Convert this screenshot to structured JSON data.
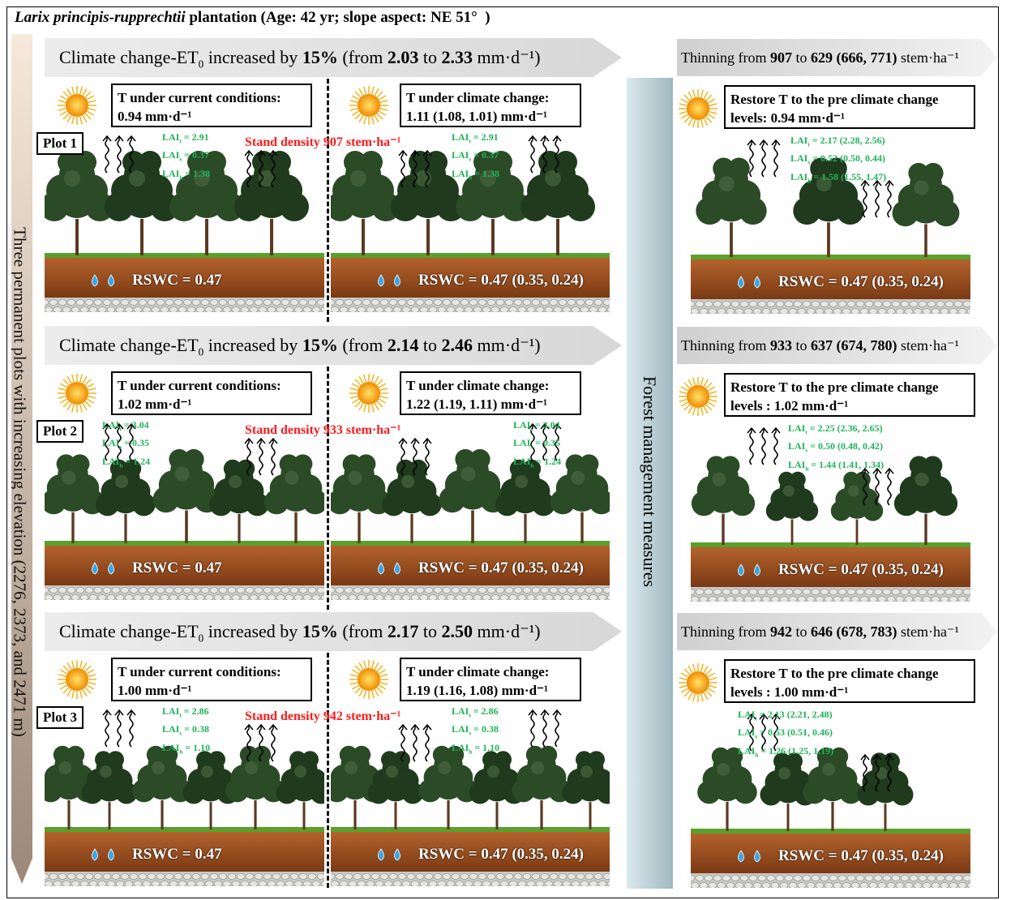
{
  "title": {
    "species": "Larix principis-rupprechtii",
    "rest": " plantation (Age: 42 yr; slope aspect: NE 51°  )"
  },
  "left_axis_label": "Three permanent plots with increasing elevation (2276, 2373, and 2471 m)",
  "middle_axis_label": "Forest management measures",
  "rows": [
    {
      "plot": "Plot 1",
      "banner": {
        "pct": "15%",
        "from": "2.03",
        "to": "2.33"
      },
      "current": {
        "label": "T under current conditions:",
        "value": "0.94 mm·d⁻¹"
      },
      "climate": {
        "label": "T under climate change:",
        "value": "1.11 (1.08, 1.01) mm·d⁻¹"
      },
      "density": "Stand density 907 stem·ha⁻¹",
      "lai": {
        "t": "= 2.91",
        "s": "= 0.37",
        "h": "= 1.38"
      },
      "thinning": {
        "from": "907",
        "to": "629 (666, 771)"
      },
      "restore": {
        "label": "Restore T to the pre climate change",
        "value": "levels: 0.94 mm·d⁻¹"
      },
      "lai_thinned": {
        "t": "= 2.17 (2.28, 2.56)",
        "s": "= 0.52 (0.50, 0.44)",
        "h": "= 1.58  (1.55, 1.47)"
      },
      "rswc_current": "RSWC = 0.47",
      "rswc_climate": "RSWC = 0.47 (0.35, 0.24)",
      "rswc_thinned": "RSWC = 0.47 (0.35, 0.24)"
    },
    {
      "plot": "Plot 2",
      "banner": {
        "pct": "15%",
        "from": "2.14",
        "to": "2.46"
      },
      "current": {
        "label": "T under current conditions:",
        "value": "1.02 mm·d⁻¹"
      },
      "climate": {
        "label": "T under climate change:",
        "value": "1.22 (1.19, 1.11) mm·d⁻¹"
      },
      "density": "Stand density 933 stem·ha⁻¹",
      "lai": {
        "t": "= 3.04",
        "s": "= 0.35",
        "h": "= 1.24"
      },
      "thinning": {
        "from": "933",
        "to": "637 (674, 780)"
      },
      "restore": {
        "label": "Restore T to the pre climate change",
        "value": "levels : 1.02 mm·d⁻¹"
      },
      "lai_thinned": {
        "t": "= 2.25 (2.36, 2.65)",
        "s": "= 0.50 (0.48, 0.42)",
        "h": "= 1.44 (1.41, 1.34)"
      },
      "rswc_current": "RSWC = 0.47",
      "rswc_climate": "RSWC = 0.47 (0.35, 0.24)",
      "rswc_thinned": "RSWC = 0.47 (0.35, 0.24)"
    },
    {
      "plot": "Plot 3",
      "banner": {
        "pct": "15%",
        "from": "2.17",
        "to": "2.50"
      },
      "current": {
        "label": "T under current conditions:",
        "value": "1.00 mm·d⁻¹"
      },
      "climate": {
        "label": "T under climate change:",
        "value": "1.19 (1.16, 1.08) mm·d⁻¹"
      },
      "density": "Stand density 942 stem·ha⁻¹",
      "lai": {
        "t": "= 2.86",
        "s": "= 0.38",
        "h": "= 1.10"
      },
      "thinning": {
        "from": "942",
        "to": "646 (678, 783)"
      },
      "restore": {
        "label": "Restore T to the pre climate change",
        "value": "levels : 1.00 mm·d⁻¹"
      },
      "lai_thinned": {
        "t": "= 2.13 (2.21, 2.48)",
        "s": "= 0.53 (0.51, 0.46)",
        "h": "= 1.26 (1.25, 1.19)"
      },
      "rswc_current": "RSWC = 0.47",
      "rswc_climate": "RSWC = 0.47 (0.35, 0.24)",
      "rswc_thinned": "RSWC = 0.47 (0.35, 0.24)"
    }
  ],
  "banner_text": {
    "prefix": "Climate change-ET",
    "sub": "0",
    "mid": " increased by ",
    "from_word": " (from ",
    "to_word": " to ",
    "unit": " mm·d⁻¹)"
  },
  "thinning_text": {
    "prefix": "Thinning  from ",
    "to_word": " to ",
    "unit": " stem·ha⁻¹"
  },
  "colors": {
    "lai": "#1fb35a",
    "density": "#ff1a1a",
    "soil": "#9b4a1e",
    "grass": "#5aa02c"
  }
}
